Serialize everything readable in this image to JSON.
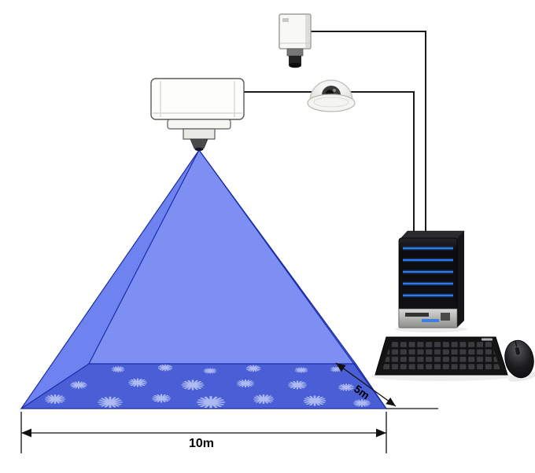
{
  "labels": {
    "coverage_width": "10m",
    "coverage_depth": "5m"
  },
  "devices": [
    {
      "name": "ceiling-projector"
    },
    {
      "name": "box-camera"
    },
    {
      "name": "dome-camera"
    },
    {
      "name": "server-tower"
    },
    {
      "name": "keyboard"
    },
    {
      "name": "mouse"
    }
  ],
  "colors": {
    "cone_front": "#7d8ff3",
    "cone_side": "#6f83f0",
    "floor": "#4a5fd6",
    "flake": "#aebbf2",
    "cone_edge": "#1b2ca8",
    "wire": "#1a1a1a",
    "dimension": "#111111",
    "led": "#2e7bf0"
  }
}
